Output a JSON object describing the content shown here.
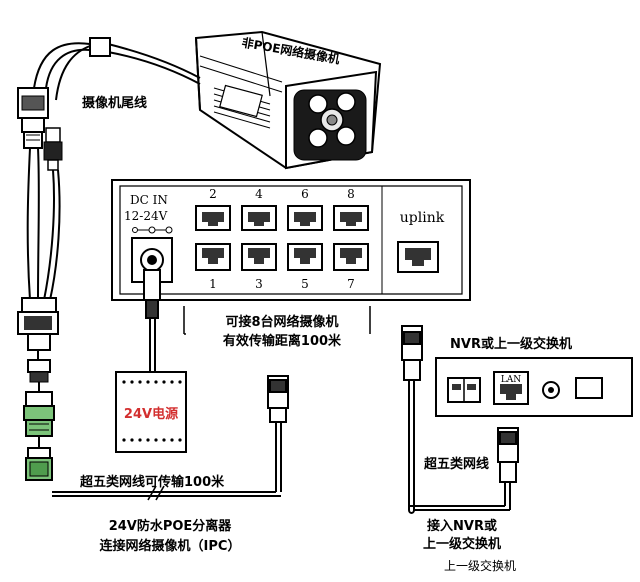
{
  "camera": {
    "title": "非POE网络摄像机",
    "tail_label": "摄像机尾线"
  },
  "switch": {
    "dc_in": "DC IN",
    "voltage": "12-24V",
    "uplink": "uplink",
    "ports_top": [
      "2",
      "4",
      "6",
      "8"
    ],
    "ports_bottom": [
      "1",
      "3",
      "5",
      "7"
    ],
    "note_line1": "可接8台网络摄像机",
    "note_line2": "有效传输距离100米"
  },
  "power": {
    "label": "24V电源"
  },
  "nvr": {
    "title": "NVR或上一级交换机",
    "lan": "LAN"
  },
  "cable": {
    "left": "超五类网线可传输100米",
    "right": "超五类网线"
  },
  "splitter": {
    "line1": "24V防水POE分离器",
    "line2": "连接网络摄像机（IPC）"
  },
  "nvr_connect": {
    "line1": "接入NVR或",
    "line2": "上一级交换机",
    "line3": "上一级交换机"
  },
  "colors": {
    "power_label": "#d32f2f",
    "splitter_green": "#7cc47a",
    "line": "#000000"
  }
}
